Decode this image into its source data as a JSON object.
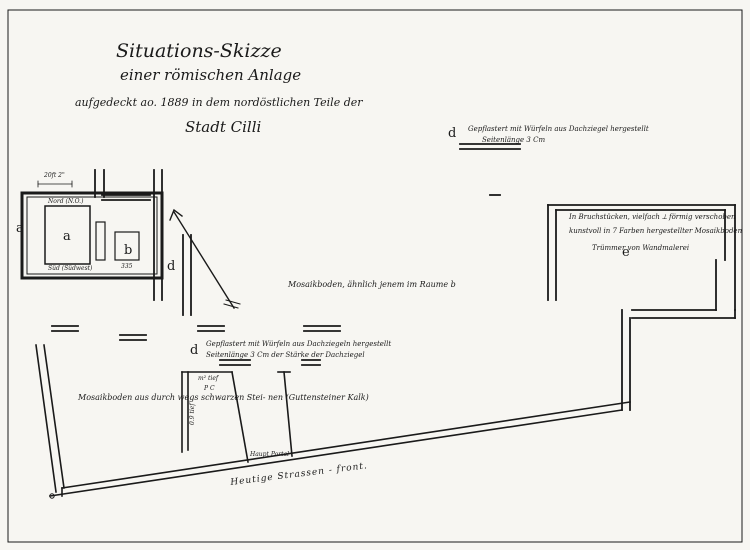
{
  "title": {
    "line1": "Situations-Skizze",
    "line2": "einer römischen Anlage",
    "line3": "aufgedeckt ao. 1889 in dem nordöstlichen Teile der",
    "line4": "Stadt Cilli"
  },
  "top_right_note": {
    "letter": "d",
    "line1": "Gepflastert mit Würfeln aus Dachziegel hergestellt",
    "line2": "Seitenlänge 3 Cm"
  },
  "left_block": {
    "dimension": "20ft 2\"",
    "north": "Nord (N.O.)",
    "south": "Süd (Südwest)",
    "room_a": "a",
    "room_b": "b",
    "number": "335",
    "label_a_outside": "a",
    "label_d": "d"
  },
  "room_e": {
    "line1": "In Bruchstücken, vielfach ⟂ förmig verschoben",
    "line2": "kunstvoll in 7 Farben hergestellter Mosaikboden",
    "line3": "Trümmer von Wandmalerei",
    "letter": "e"
  },
  "mosaic_b_note": "Mosaikboden, ähnlich jenem im Raume b",
  "pavement_note": {
    "letter": "d",
    "line1": "Gepflastert mit Würfeln aus Dachziegeln hergestellt",
    "line2": "Seitenlänge 3 Cm der Stärke der Dachziegel"
  },
  "mosaic_black_note": "Mosaikboden aus durch  wegs schwarzen  Stei-   nen (Guttensteiner Kalk)",
  "small_labels": {
    "m_tief": "m² tief",
    "p_c": "P C",
    "vertical": "0.9 tief"
  },
  "main_portal": "Haupt Portal",
  "street": "Heutige   Strassen  -  front."
}
